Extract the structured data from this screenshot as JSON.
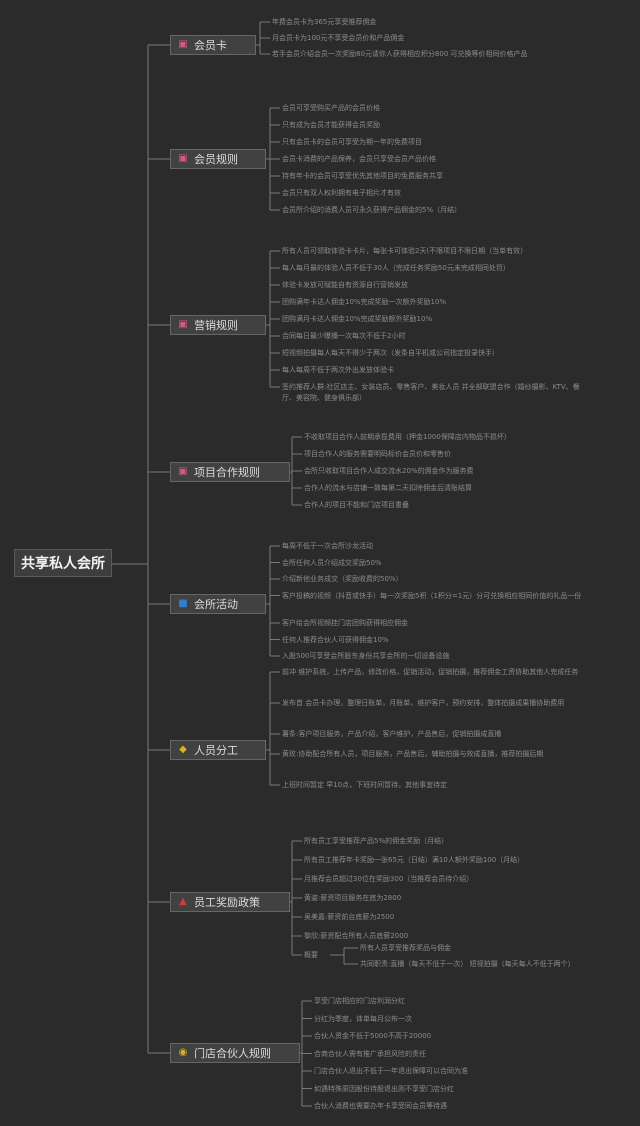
{
  "root": {
    "label": "共享私人会所"
  },
  "colors": {
    "background": "#2b2b2b",
    "line": "#7a7a7a",
    "topic_fill": "#414141"
  },
  "branches": [
    {
      "label": "会员卡",
      "icon": "pink-card-icon",
      "icon_color": "#d45a8a",
      "icon_char": "▣",
      "items": [
        "年费会员卡为365元享受推荐佣金",
        "月会员卡为100元不享受会员价和产品佣金",
        "若手会员介绍会员一次奖励80元请你人获得相应积分800 可兑换等价相同价格产品"
      ]
    },
    {
      "label": "会员规则",
      "icon": "pink-card-icon",
      "icon_color": "#d45a8a",
      "icon_char": "▣",
      "items": [
        "会员可享受购买产品的会员价格",
        "只有成为会员才能获得会员奖励",
        "只有会员卡的会员可享受为期一年的免费项目",
        "会员卡消费的产品保养，会员只享受会员产品价格",
        "持有年卡的会员可享受优先其他项目的免费服务共享",
        "会员只有双人权利拥有电子相片才有效",
        "会员所介绍的消费人员可永久获得产品佣金的5%（月结）"
      ]
    },
    {
      "label": "营销规则",
      "icon": "pink-card-icon",
      "icon_color": "#d45a8a",
      "icon_char": "▣",
      "items": [
        "所有人员可领取体验卡卡片，每张卡可体验2天(不限项目不限日期（当单有效）",
        "每人每月最的体验人员不低于30人（完成任务奖励50元未完成相同处罚）",
        "体验卡发放可赋能自有资源自行营销发放",
        "团购满年卡达人佣金10%完成奖励一次额外奖励10%",
        "团购满月卡达人佣金10%完成奖励额外奖励10%",
        "合同每日最少曝播一次每次不低于2小时",
        "短视频拍摄每人每天不得少于两次（发条自平机或公司指定投录快手）",
        "每人每周不低于两次外出发放体验卡",
        "签约推荐人群:社区店主、女装店员、零售客户、美妆人员 并全部联盟合作（婚纱摄影、KTV、餐厅、美容院、健身俱乐部）"
      ]
    },
    {
      "label": "项目合作规则",
      "icon": "pink-card-icon",
      "icon_color": "#d45a8a",
      "icon_char": "▣",
      "items": [
        "不收取项目合作人前期承揽费用（押金1000保障店内物品不损坏）",
        "项目合作人的服务需要明码标价会员价和零售价",
        "会所只收取项目合作人成交流水20%的佣金作为服务费",
        "合作人的流水与店铺一致每第二天扣除佣金后清账结算",
        "合作人的项目不能和门店项目重叠"
      ]
    },
    {
      "label": "会所活动",
      "icon": "blue-square-icon",
      "icon_color": "#2f7fd0",
      "icon_char": "■",
      "items": [
        "每周不低于一次会所沙龙活动",
        "会所任何人员介绍成交奖励50%",
        "介绍新他业务成交（奖励收费的50%）",
        "客户投稿的视频（抖音或快手）每一次奖励5积（1积分=1元）分可兑换相应相同价值的礼品一份",
        "客户给会所视频挂门店团购获得相应佣金",
        "任何人推荐合伙人可获得佣金10%",
        "入股500可享受会所股东身份共享会所的一切设备设施"
      ]
    },
    {
      "label": "人员分工",
      "icon": "diamond-icon",
      "icon_color": "#e0b020",
      "icon_char": "◆",
      "items": [
        "前冲 维护系统，上传产品，修改价格，促销活动，促销拍摄，推荐佣金工资协助其他人完成任务",
        "发布首 会员卡办理，整理日账单，月账单，维护客户，预约安排，整体拍摄成果播协助费用",
        "薯条:客户项目服务，产品介绍，客户维护，产品售后，促销拍摄成直播",
        "黄玫:协助配合所有人员，项目服务，产品售后，辅助拍摄与效成直播，推荐拍摄后期",
        "上班时间暂定 早10点，下班时间暂待，其他事宜待定"
      ]
    },
    {
      "label": "员工奖励政策",
      "icon": "red-bag-icon",
      "icon_color": "#d83a3a",
      "icon_char": "▲",
      "items": [
        "所有员工享受推荐产品5%的佣金奖励（月结）",
        "所有员工推荐年卡奖励一张65元（日结）满10人额外奖励100（月结）",
        "月推荐会员超过30位在奖励300（当推荐会员待介绍）",
        "黄姿:薪资项目服务在底为2800",
        "吴美嘉:薪资前台底薪为2500",
        "黎欣:薪资配合所有人员底薪2000",
        "概要"
      ],
      "subitems": [
        "所有人员享受推荐奖品与佣金",
        "共同职责:直播（每天不低于一次） 短视拍摄（每天每人不低于两个）"
      ]
    },
    {
      "label": "门店合伙人规则",
      "icon": "gold-coin-icon",
      "icon_color": "#e0b020",
      "icon_char": "◉",
      "items": [
        "享受门店相应的门店利润分红",
        "分红为季度，体单每月公布一次",
        "合伙人资金不低于5000不高于20000",
        "合商合伙人需有推广承担风险的责任",
        "门店合伙人退出不低于一年退出保障可以合同为准",
        "如遇特殊原因股份持股退出则不享受门店分红",
        "合伙人消费也需要办年卡享受同会员等待遇"
      ]
    }
  ]
}
